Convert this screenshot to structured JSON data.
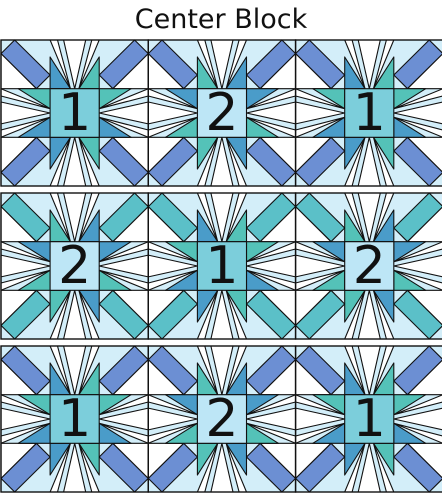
{
  "title": "Center Block",
  "rows": [
    {
      "blocks": [
        "1",
        "2",
        "1"
      ]
    },
    {
      "blocks": [
        "2",
        "1",
        "2"
      ]
    },
    {
      "blocks": [
        "1",
        "2",
        "1"
      ]
    }
  ],
  "colors": {
    "block_1_center": "#7ccedb",
    "block_2_center": "#bde6f6",
    "star_teal": "#54c2b8",
    "star_blue": "#4a9cc9",
    "background_light": "#d3eef9",
    "corner_blue": "#6c8fd3",
    "corner_teal": "#5bc0c8",
    "white": "#ffffff",
    "outline": "#111111"
  }
}
